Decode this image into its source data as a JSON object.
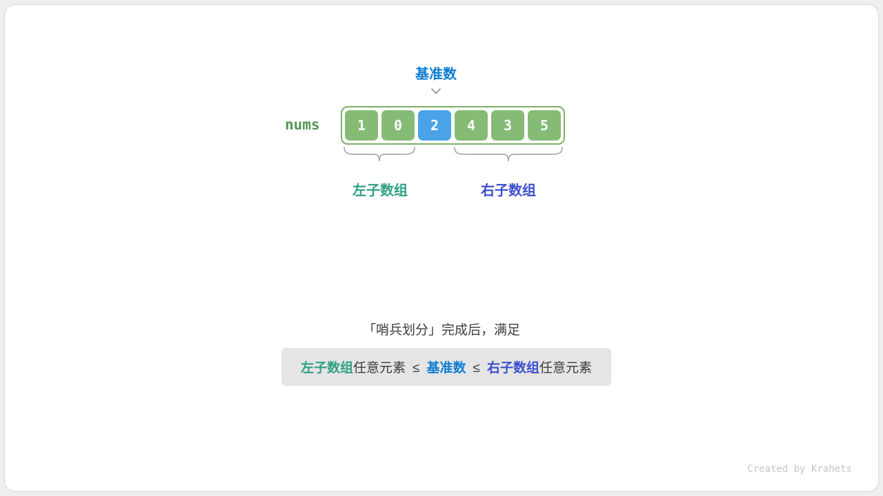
{
  "diagram": {
    "pivot_label": "基准数",
    "array_label": "nums",
    "cells": [
      {
        "value": "1",
        "type": "green"
      },
      {
        "value": "0",
        "type": "green"
      },
      {
        "value": "2",
        "type": "blue"
      },
      {
        "value": "4",
        "type": "green"
      },
      {
        "value": "3",
        "type": "green"
      },
      {
        "value": "5",
        "type": "green"
      }
    ],
    "left_brace_label": "左子数组",
    "right_brace_label": "右子数组"
  },
  "statement": {
    "intro": "「哨兵划分」完成后，满足",
    "parts": [
      {
        "text": "左子数组",
        "style": "left"
      },
      {
        "text": "任意元素",
        "style": "plain"
      },
      {
        "text": "≤",
        "style": "sep"
      },
      {
        "text": "基准数",
        "style": "pivot"
      },
      {
        "text": "≤",
        "style": "sep"
      },
      {
        "text": "右子数组",
        "style": "right"
      },
      {
        "text": "任意元素",
        "style": "plain"
      }
    ]
  },
  "footer": {
    "credit": "Created by Krahets"
  },
  "colors": {
    "pivot_blue": "#0d7dd1",
    "cell_green": "#85bb75",
    "cell_blue": "#49a3e6",
    "array_border_green": "#7dae66",
    "nums_green": "#55965a",
    "left_subarray_teal": "#2fa084",
    "right_subarray_blue": "#3b4fce",
    "statement_bar_gray": "#e5e5e5",
    "credit_gray": "#c4c4c4"
  }
}
